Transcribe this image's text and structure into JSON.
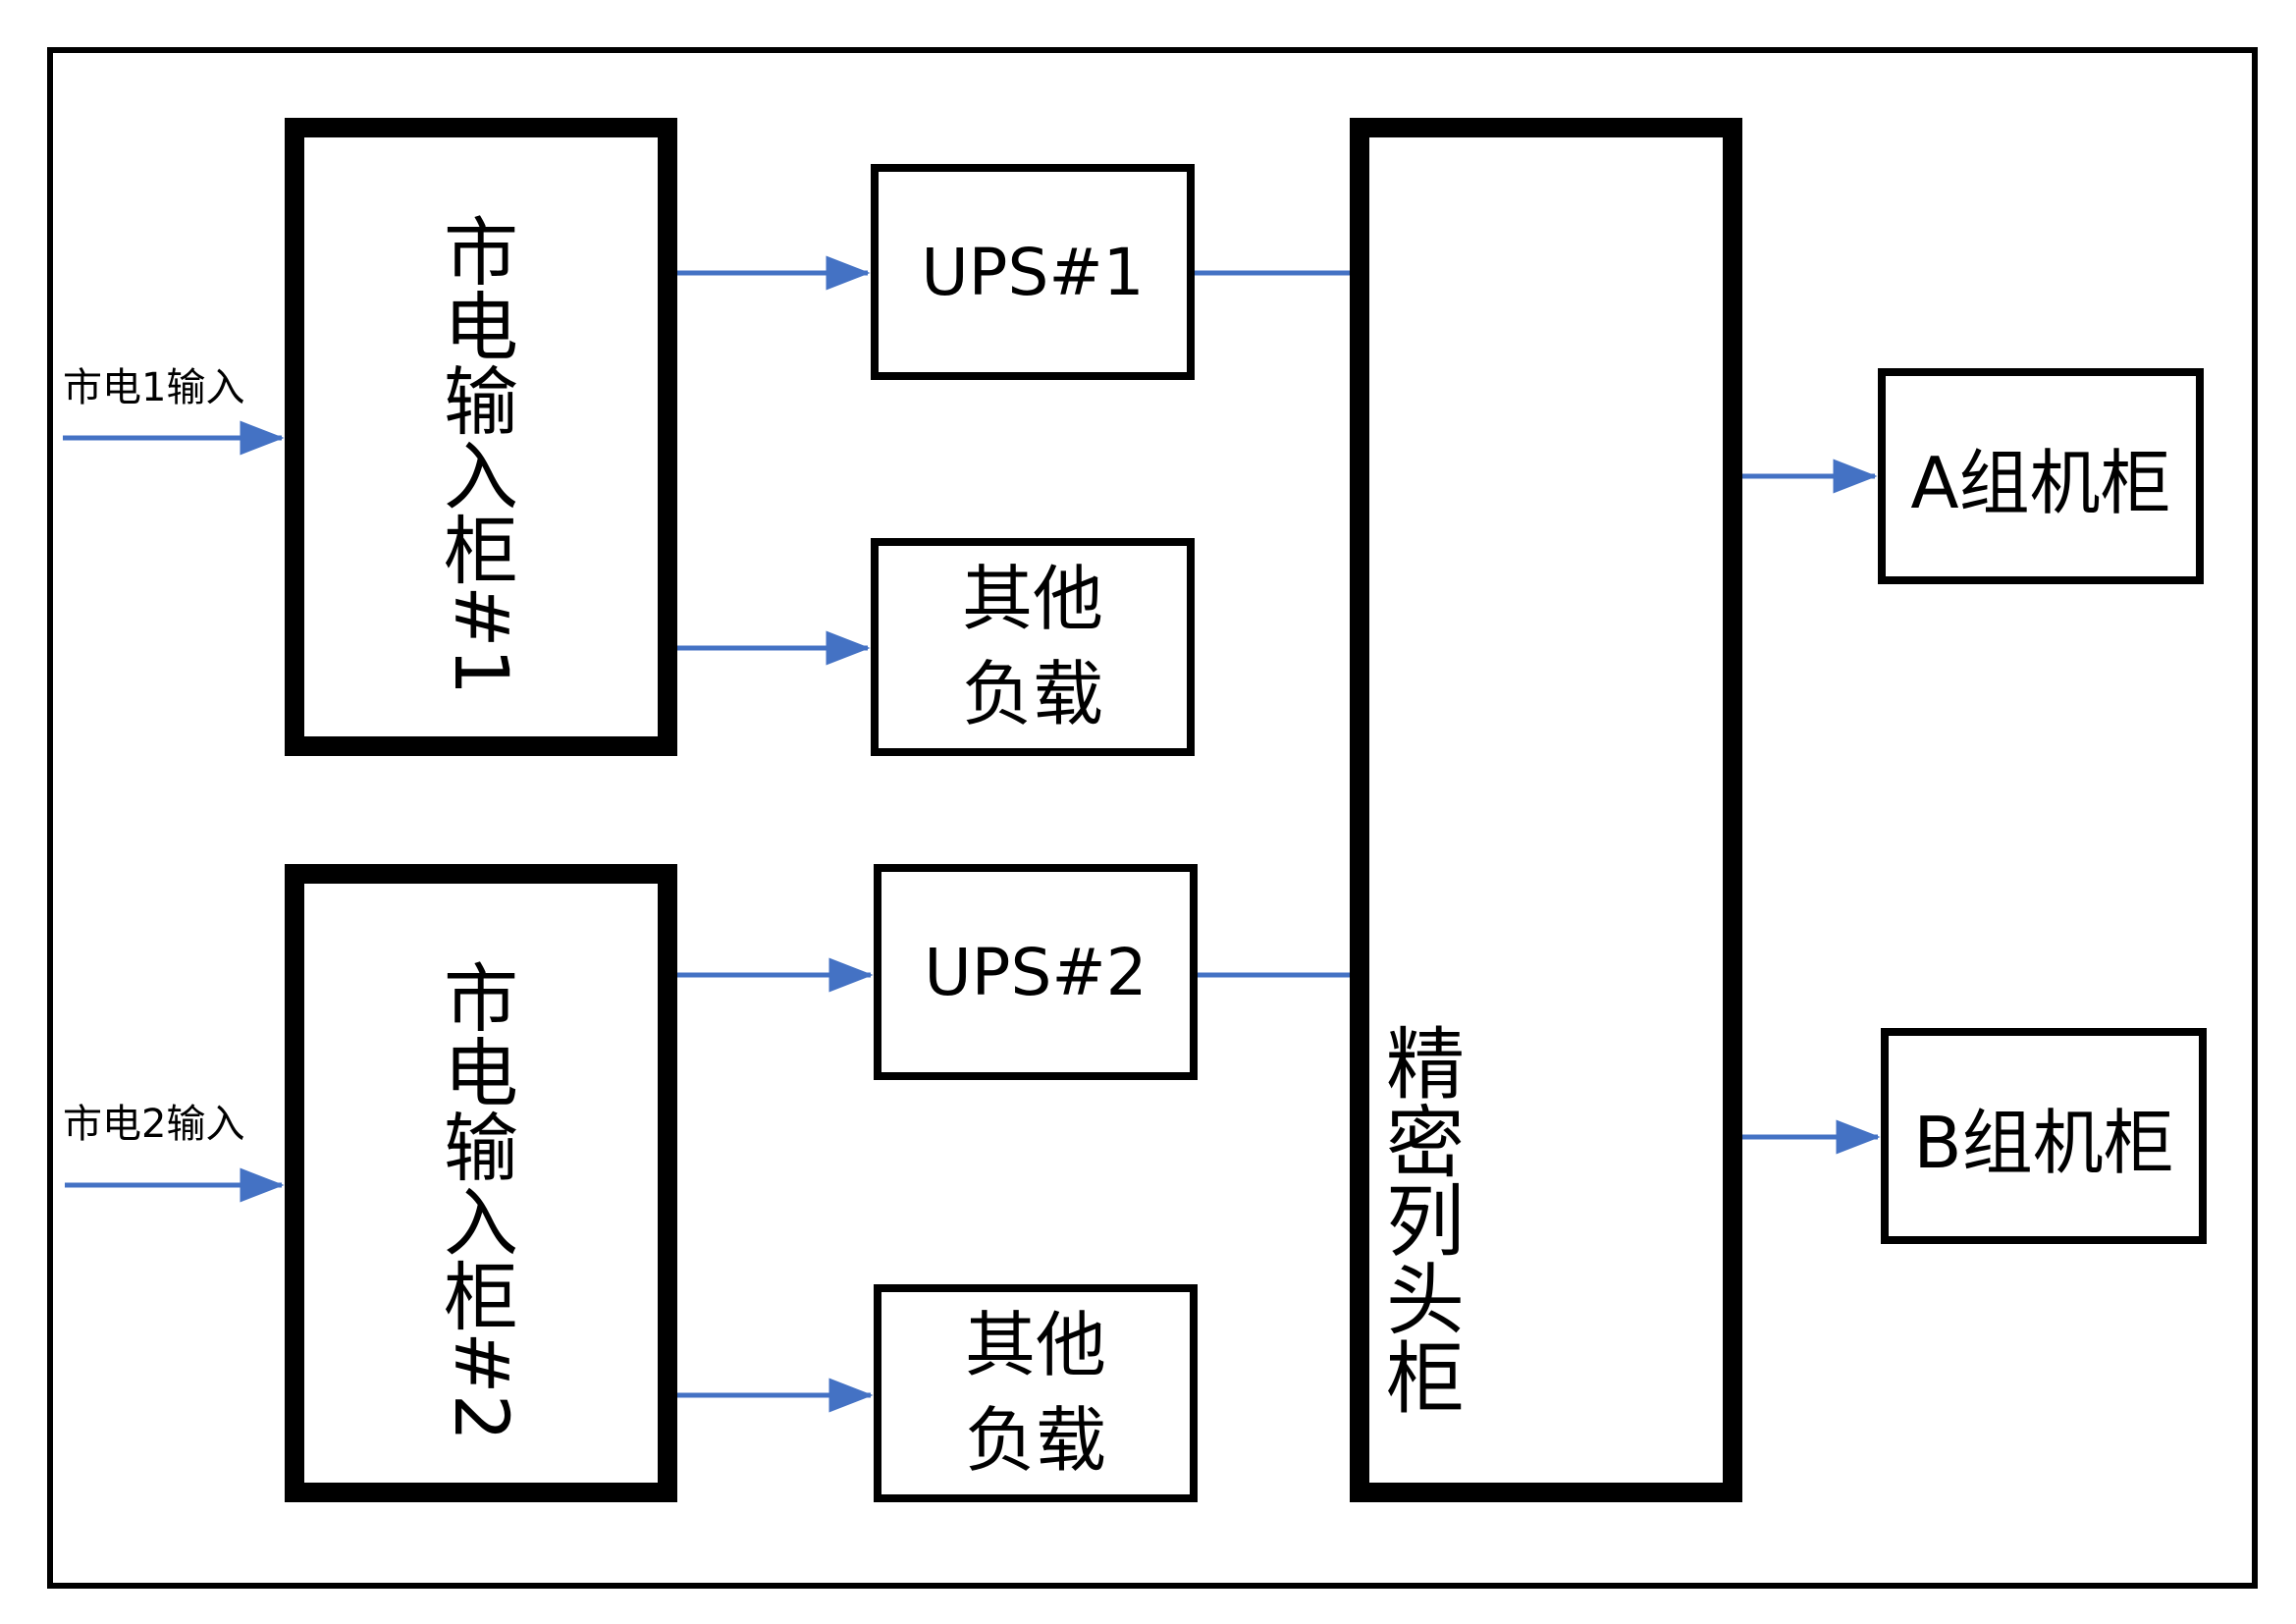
{
  "colors": {
    "line": "#4472C4",
    "border": "#000000",
    "background": "#FFFFFF"
  },
  "inputs": {
    "mains1": "市电1输入",
    "mains2": "市电2输入"
  },
  "cabinets": {
    "mains1_chars": [
      "市",
      "电",
      "输",
      "入",
      "柜"
    ],
    "mains1_num": "#1",
    "mains2_chars": [
      "市",
      "电",
      "输",
      "入",
      "柜"
    ],
    "mains2_num": "#2",
    "precision_chars": [
      "精",
      "密",
      "列",
      "头",
      "柜"
    ]
  },
  "boxes": {
    "ups1": "UPS#1",
    "ups2": "UPS#2",
    "other_load_1": [
      "其他",
      "负载"
    ],
    "other_load_2": [
      "其他",
      "负载"
    ],
    "group_a": "A组机柜",
    "group_b": "B组机柜"
  }
}
